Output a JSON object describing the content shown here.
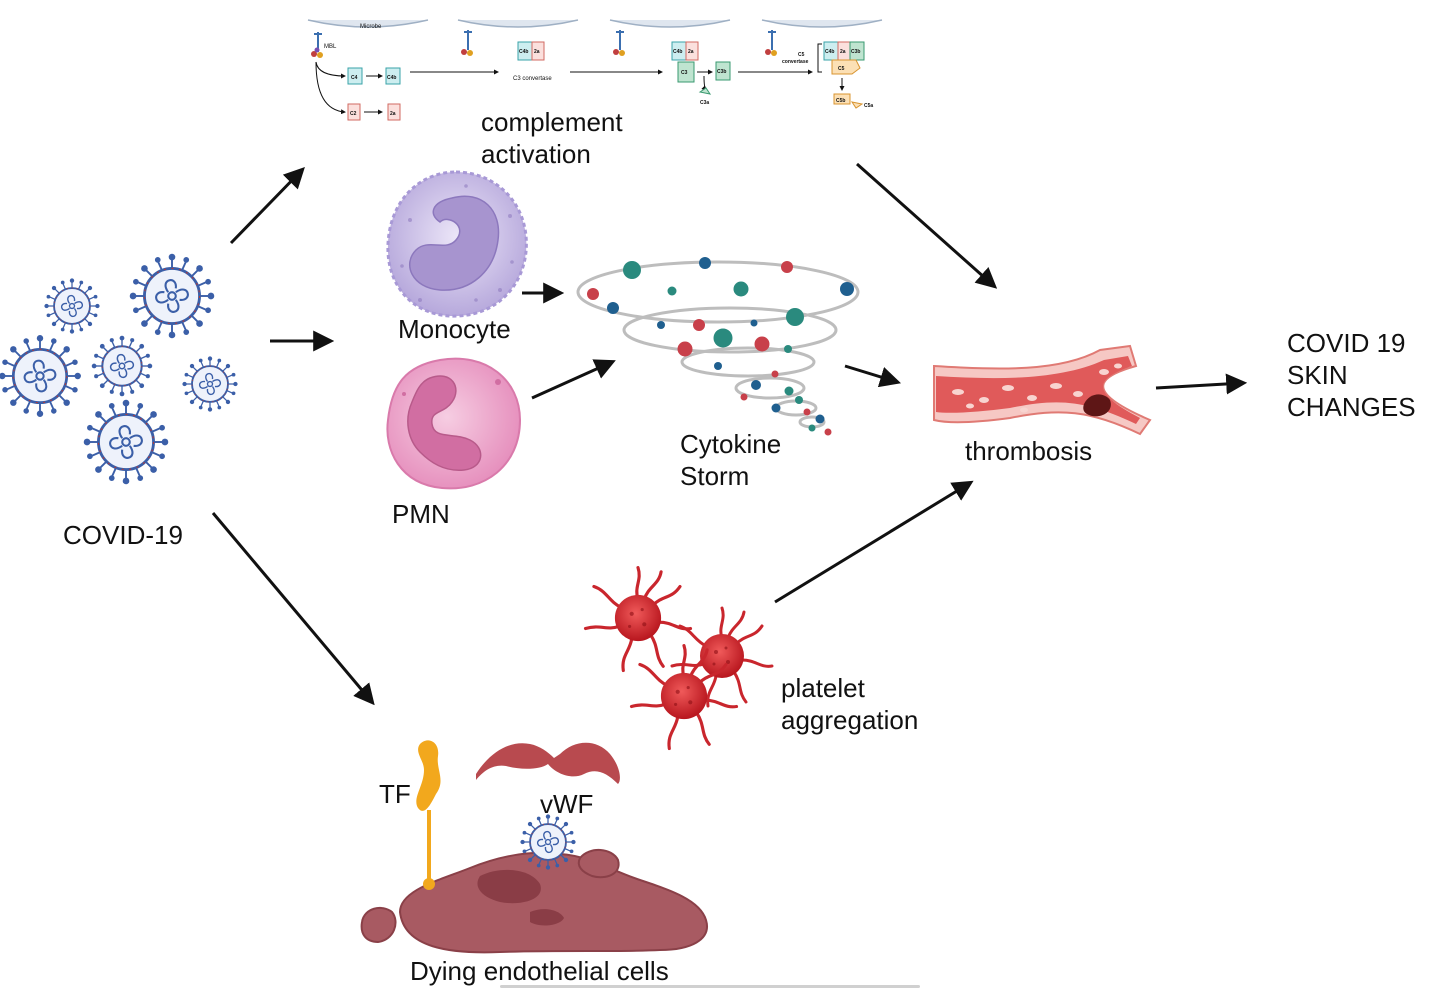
{
  "labels": {
    "covid": "COVID-19",
    "complement": [
      "complement",
      "activation"
    ],
    "monocyte": "Monocyte",
    "pmn": "PMN",
    "cytokine": [
      "Cytokine",
      "Storm"
    ],
    "thrombosis": "thrombosis",
    "skin": [
      "COVID 19",
      "SKIN",
      "CHANGES"
    ],
    "platelet": [
      "platelet",
      "aggregation"
    ],
    "tf": "TF",
    "vwf": "vWF",
    "endothelial": "Dying endothelial cells"
  },
  "complement_panel": {
    "microbe": "Microbe",
    "mbl": "MBL",
    "c4": "C4",
    "c4b": "C4b",
    "c2": "C2",
    "c2a": "2a",
    "c3_convertase": "C3 convertase",
    "c3": "C3",
    "c3a": "C3a",
    "c3b": "C3b",
    "c5_convertase": [
      "C5",
      "convertase"
    ],
    "c5": "C5",
    "c5b": "C5b",
    "c5a": "C5a"
  },
  "colors": {
    "virus": "#3b5fa8",
    "virus_spike": "#b23a3a",
    "monocyte": "#c9bde6",
    "pmn": "#e9a3c8",
    "thrombosis": "#d84a4a",
    "platelet": "#c9262d",
    "tf": "#f2a81d",
    "endothelial": "#a85a62",
    "arrow": "#111111"
  }
}
